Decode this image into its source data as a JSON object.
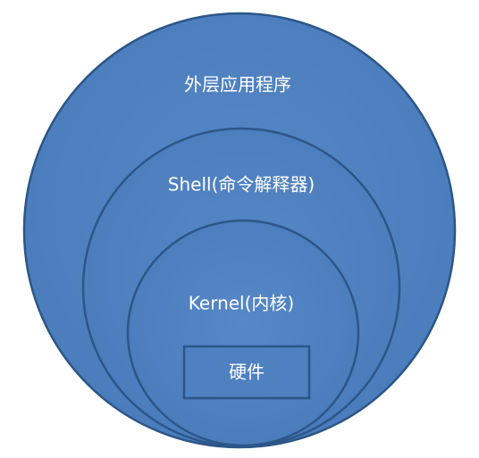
{
  "layers": {
    "outer": {
      "label": "外层应用程序"
    },
    "shell": {
      "label": "Shell(命令解释器)"
    },
    "kernel": {
      "label": "Kernel(内核)"
    },
    "hardware": {
      "label": "硬件"
    }
  },
  "colors": {
    "fill": "#4f80c0",
    "stroke": "#2b5687",
    "text": "#ffffff",
    "background": "#ffffff"
  }
}
